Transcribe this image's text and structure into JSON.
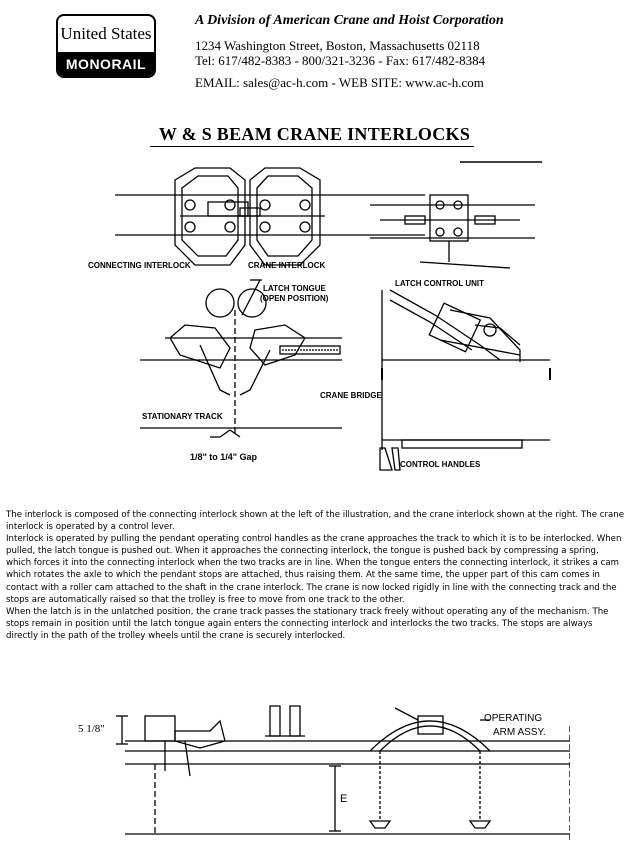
{
  "logo": {
    "top_text": "United States",
    "bottom_text": "MONORAIL"
  },
  "header": {
    "division": "A Division of American Crane and Hoist Corporation",
    "address": "1234 Washington Street, Boston, Massachusetts  02118",
    "phones": "Tel: 617/482-8383 -  800/321-3236  -  Fax: 617/482-8384",
    "contact": "EMAIL: sales@ac-h.com  - WEB SITE: www.ac-h.com"
  },
  "title": "W & S  BEAM CRANE INTERLOCKS",
  "figure_top": {
    "labels": {
      "connecting_interlock": "CONNECTING INTERLOCK",
      "crane_interlock": "CRANE INTERLOCK",
      "latch_control_unit": "LATCH CONTROL UNIT",
      "latch_tongue": "LATCH TONGUE",
      "open_position": "(OPEN POSITION)",
      "crane_bridge": "CRANE BRIDGE",
      "stationary_track": "STATIONARY TRACK",
      "gap": "1/8\" to 1/4\" Gap",
      "control_handles": "CONTROL HANDLES"
    }
  },
  "description": {
    "paragraphs": [
      "The interlock is composed of the connecting interlock shown at the left of the illustration, and the crane interlock shown at the right.  The crane interlock is operated by a control lever.",
      "Interlock is operated by pulling the pendant operating control handles as the crane approaches the track to which it is to be interlocked.  When pulled, the latch tongue is pushed out.  When it approaches the connecting interlock, the tongue is pushed back by compressing a spring, which forces it into the connecting interlock when the two tracks are in line.  When the tongue enters the connecting interlock, it strikes a cam which rotates the axle to which the pendant stops are attached, thus raising them.  At the same time, the upper part of this cam comes in contact with a roller cam attached to the shaft in the crane interlock.  The crane is now locked rigidly in line with the connecting track and the stops are automatically raised so that the trolley is free to move from one track to the other.",
      "When the latch is in the unlatched position, the crane track passes the stationary track freely without operating any of the mechanism.  The stops remain in position until the latch tongue again enters the connecting interlock and interlocks the two tracks.  The stops are always directly in the path of the trolley wheels until the crane is securely interlocked."
    ]
  },
  "figure_bottom": {
    "labels": {
      "dimension": "5 1/8\"",
      "operating_arm": "OPERATING",
      "operating_arm_2": "ARM ASSY.",
      "e_label": "E"
    }
  }
}
